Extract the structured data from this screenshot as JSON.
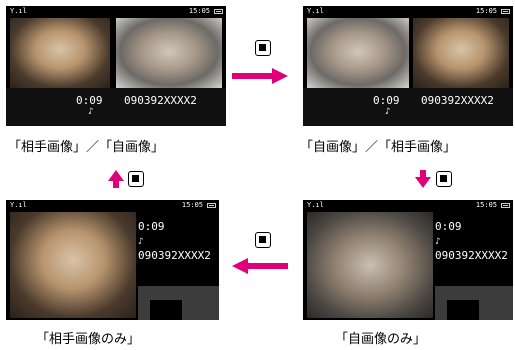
{
  "status": {
    "signal_text": "Y.ıl",
    "time": "15:05"
  },
  "screens": {
    "top_left": {
      "duration": "0:09",
      "number": "090392XXXX2"
    },
    "top_right": {
      "duration": "0:09",
      "number": "090392XXXX2"
    },
    "bottom_left": {
      "duration": "0:09",
      "number": "090392XXXX2"
    },
    "bottom_right": {
      "duration": "0:09",
      "number": "090392XXXX2"
    }
  },
  "captions": {
    "top_left": "「相手画像」／「自画像」",
    "top_right": "「自画像」／「相手画像」",
    "bottom_left": "「相手画像のみ」",
    "bottom_right": "「自画像のみ」"
  },
  "icons": {
    "key": "square-key-icon",
    "arrow": "arrow-icon",
    "accent_color": "#e0007a"
  }
}
